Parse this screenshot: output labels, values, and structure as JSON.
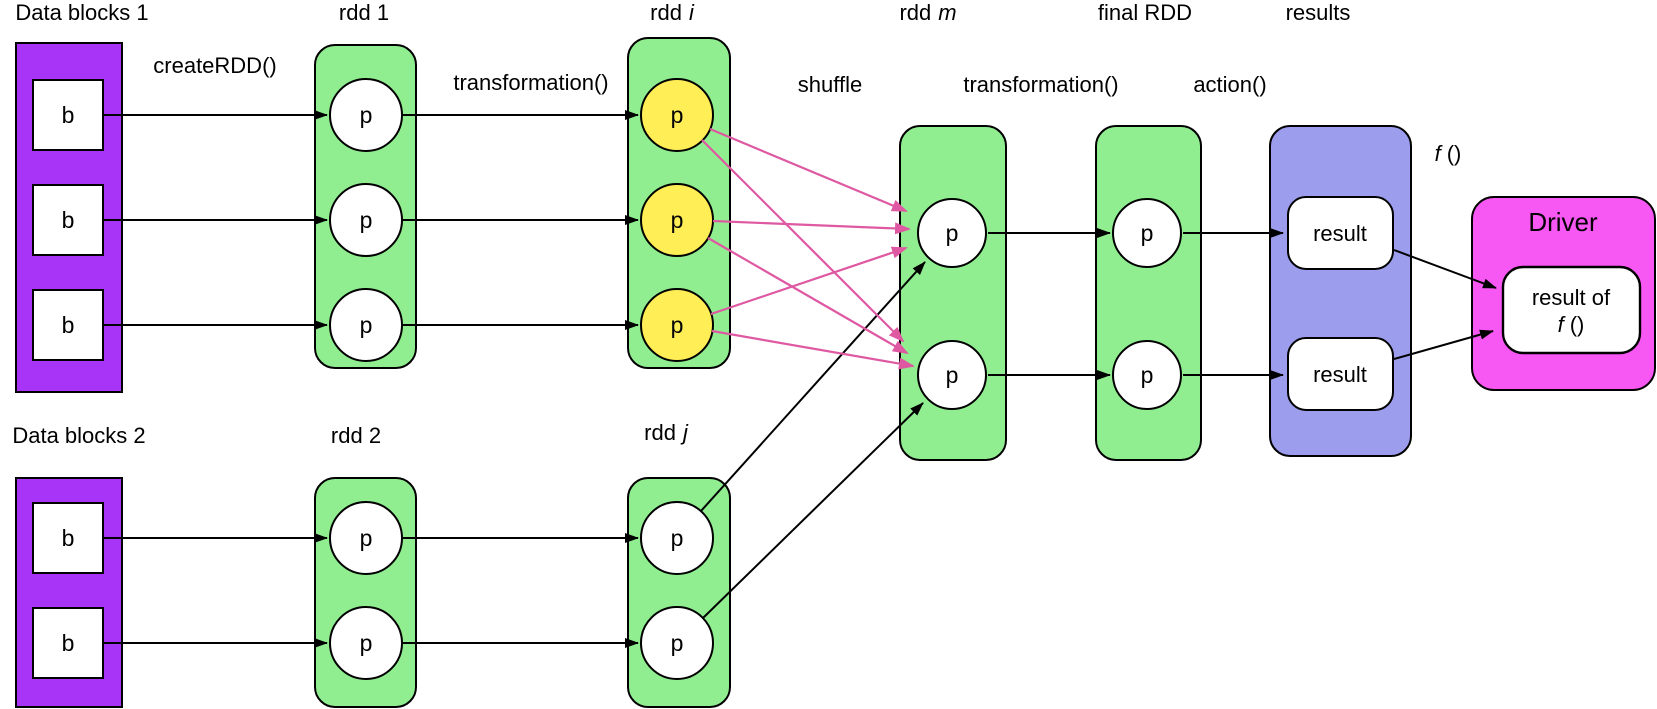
{
  "diagram": {
    "colors": {
      "block_purple": "#a834f8",
      "rdd_green": "#90ee90",
      "cached_yellow": "#ffee55",
      "results_blue": "#9d9dee",
      "driver_magenta": "#f757f2",
      "shuffle_pink": "#de58a2",
      "arrow_black": "#000000"
    },
    "column_labels": {
      "data_blocks_1": "Data blocks 1",
      "rdd_1": "rdd 1",
      "rdd_i_prefix": "rdd",
      "rdd_i_var": "i",
      "rdd_m_prefix": "rdd",
      "rdd_m_var": "m",
      "final_rdd": "final RDD",
      "results": "results",
      "data_blocks_2": "Data blocks 2",
      "rdd_2": "rdd 2",
      "rdd_j_prefix": "rdd",
      "rdd_j_var": "j"
    },
    "operation_labels": {
      "create_rdd": "createRDD()",
      "transformation_1": "transformation()",
      "shuffle": "shuffle",
      "transformation_2": "transformation()",
      "action": "action()",
      "f_func_var": "f",
      "f_func_parens": "()"
    },
    "node_labels": {
      "block": "b",
      "partition": "p",
      "result": "result",
      "result_of_line1": "result of",
      "result_of_f_var": "f",
      "result_of_f_parens": "()"
    },
    "driver": {
      "title": "Driver"
    }
  }
}
